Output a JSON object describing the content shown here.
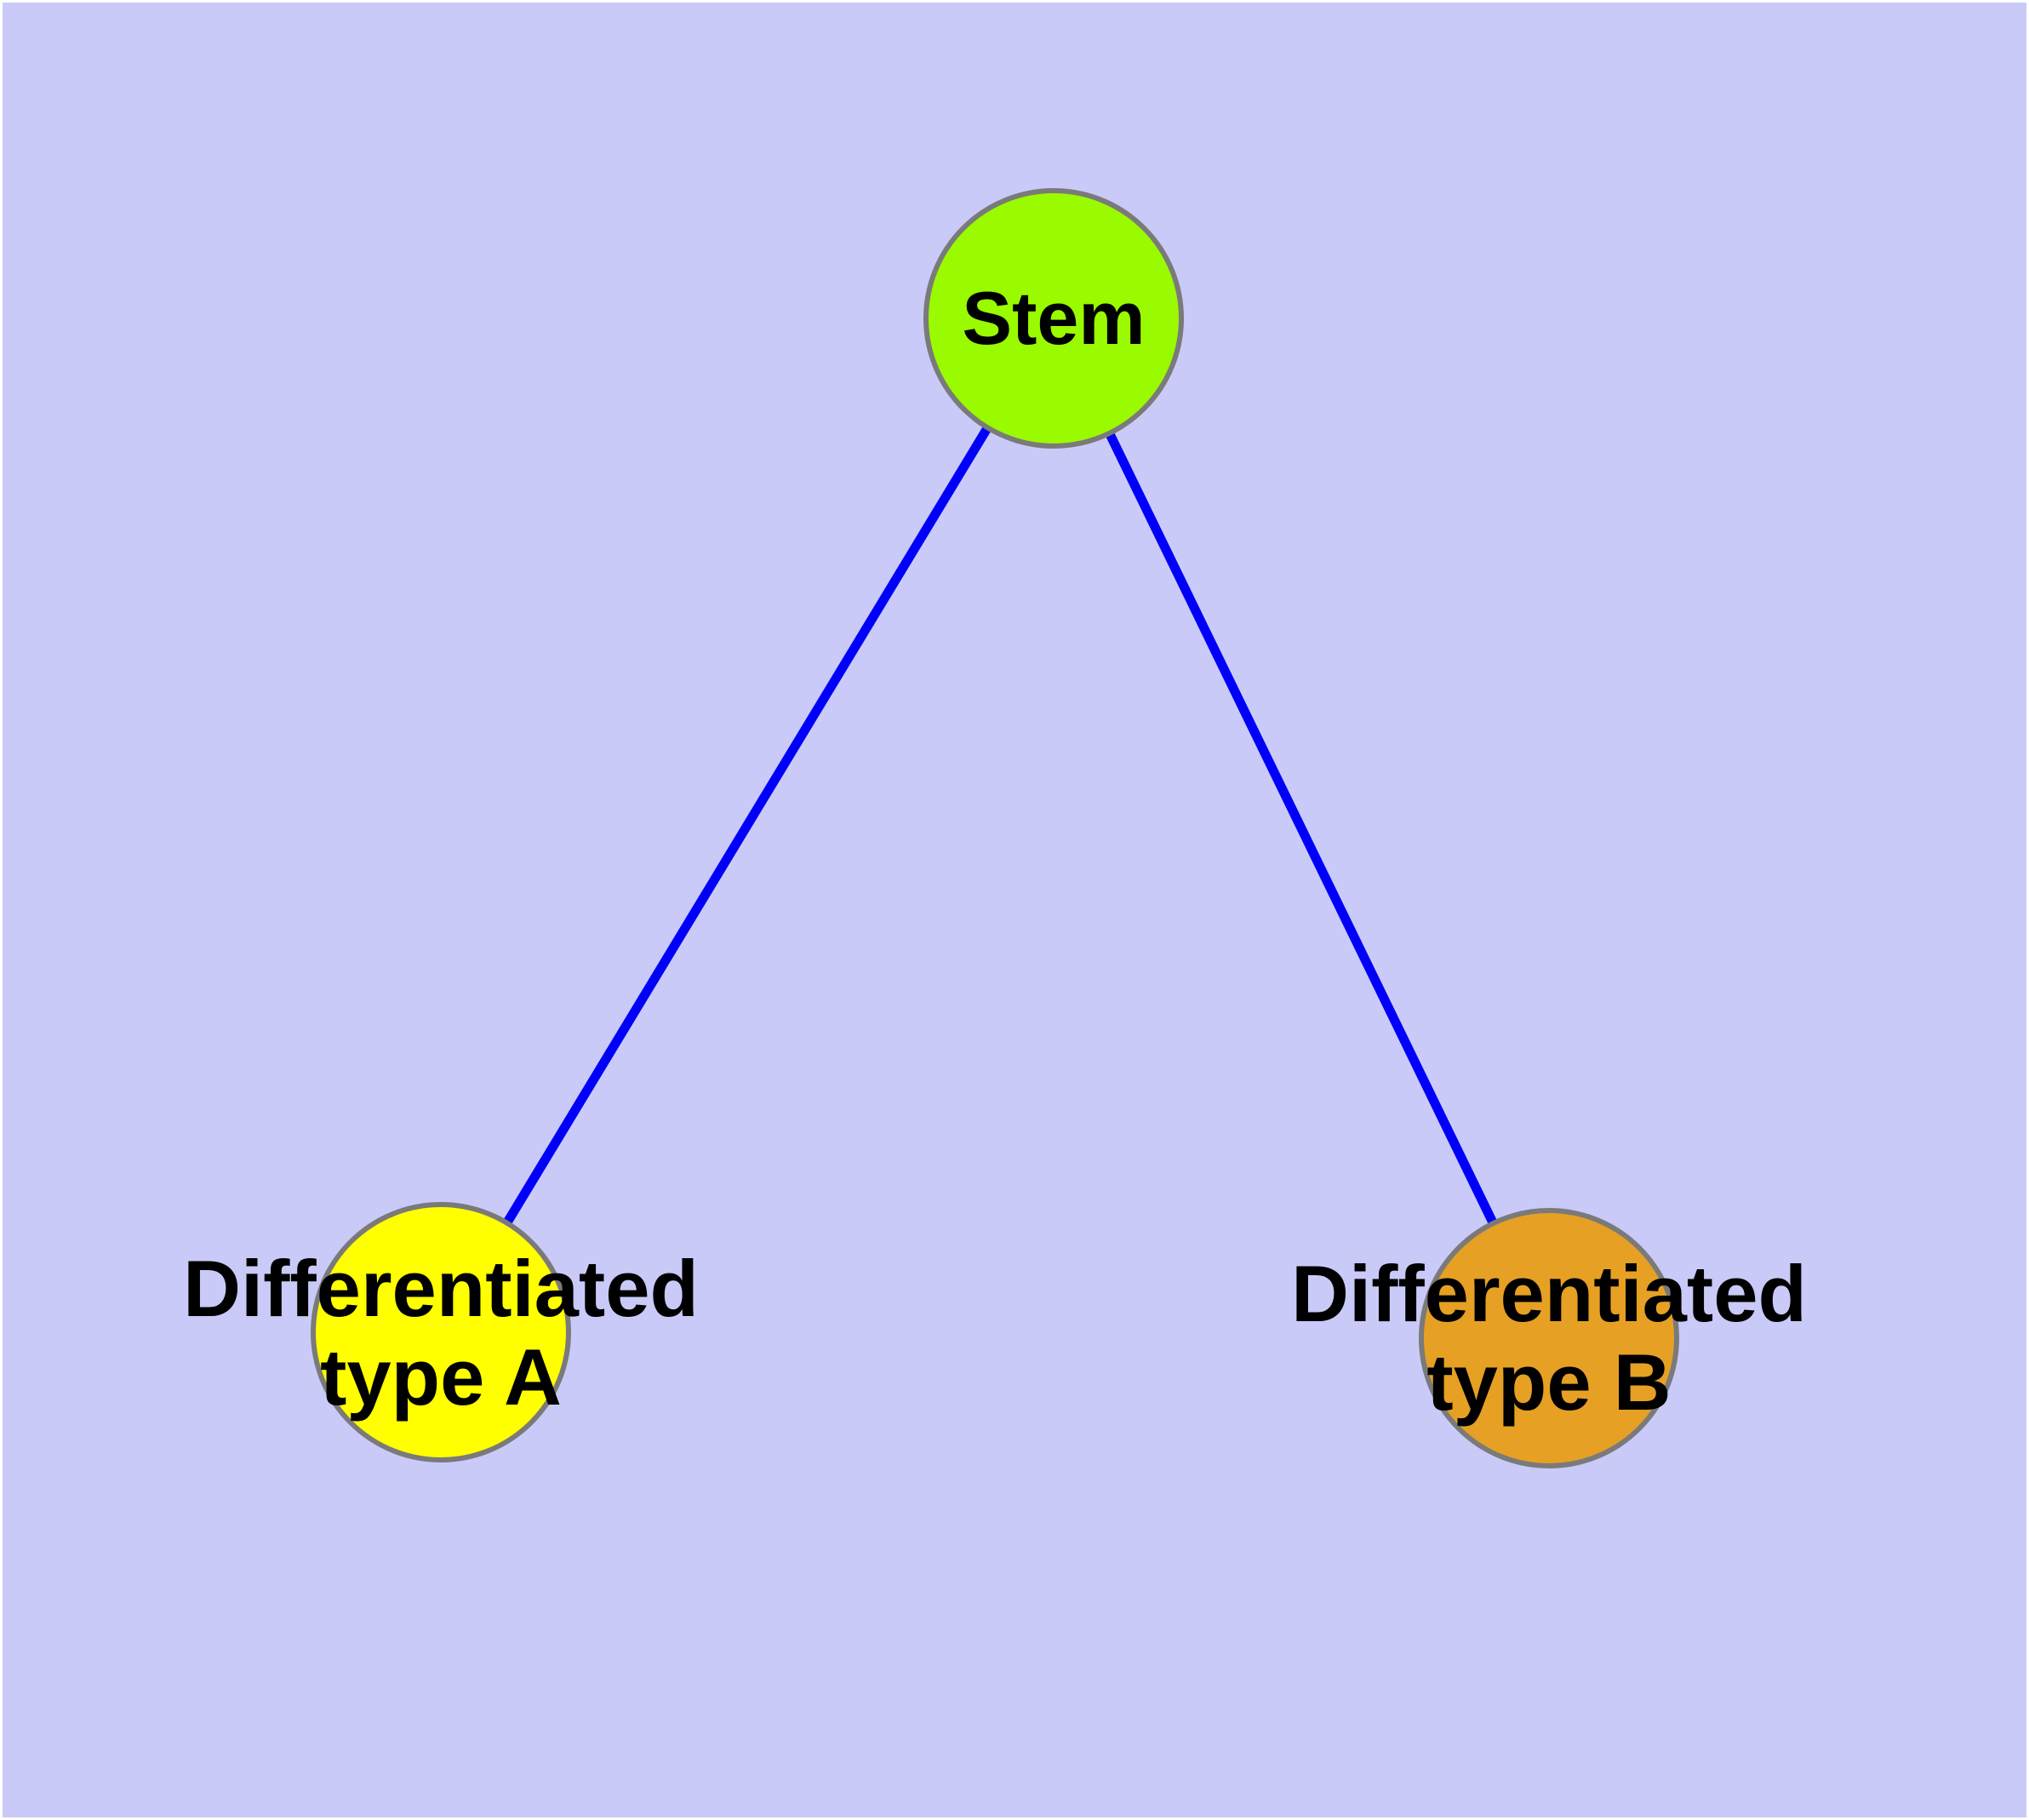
{
  "diagram": {
    "background_color": "#cacaf8",
    "frame_color": "#ffffff",
    "edge_color": "#0000fa",
    "node_border_color": "#7a7a7a",
    "text_color": "#000000",
    "nodes": [
      {
        "id": "stem",
        "label": "Stem",
        "lines": [
          "Stem"
        ],
        "fill": "#9afa00"
      },
      {
        "id": "differentiated-type-a",
        "label": "Differentiated type A",
        "lines": [
          "Differentiated",
          "type A"
        ],
        "fill": "#ffff00"
      },
      {
        "id": "differentiated-type-b",
        "label": "Differentiated type B",
        "lines": [
          "Differentiated",
          "type B"
        ],
        "fill": "#e6a024"
      }
    ],
    "edges": [
      {
        "from": "Stem",
        "to": "Differentiated type A"
      },
      {
        "from": "Stem",
        "to": "Differentiated type B"
      }
    ]
  }
}
